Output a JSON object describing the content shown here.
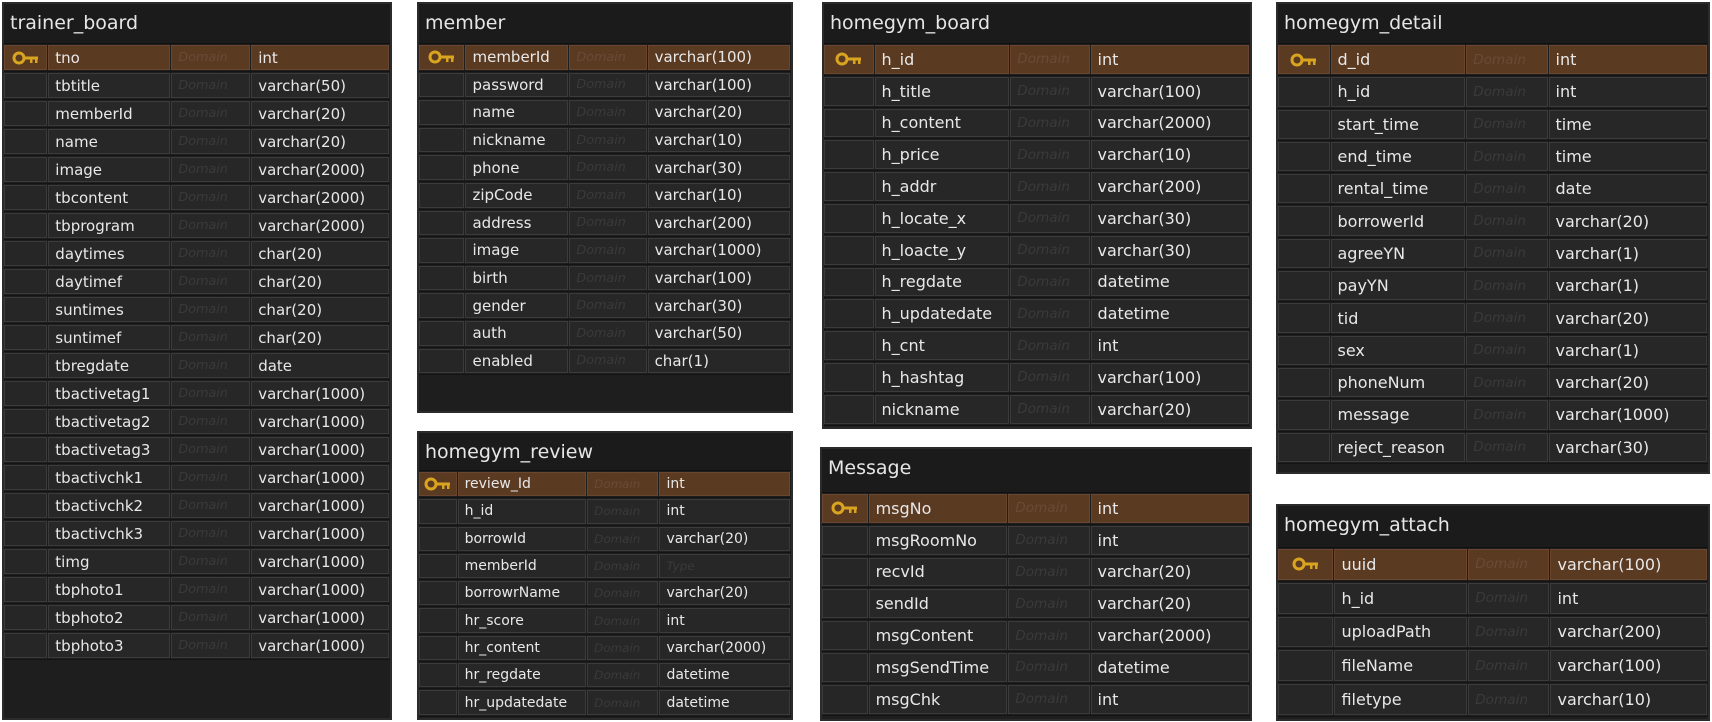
{
  "diagram": {
    "domain_placeholder": "Domain",
    "colors": {
      "background": "#1e1e1e",
      "row": "#272727",
      "primary_key_row": "#5b3a22",
      "key_icon": "#d9a41f",
      "text": "#e8e8e8"
    },
    "tables": [
      {
        "id": "trainer_board",
        "title": "trainer_board",
        "columns": [
          {
            "name": "tno",
            "domain": "Domain",
            "type": "int",
            "pk": true
          },
          {
            "name": "tbtitle",
            "domain": "Domain",
            "type": "varchar(50)"
          },
          {
            "name": "memberId",
            "domain": "Domain",
            "type": "varchar(20)"
          },
          {
            "name": "name",
            "domain": "Domain",
            "type": "varchar(20)"
          },
          {
            "name": "image",
            "domain": "Domain",
            "type": "varchar(2000)"
          },
          {
            "name": "tbcontent",
            "domain": "Domain",
            "type": "varchar(2000)"
          },
          {
            "name": "tbprogram",
            "domain": "Domain",
            "type": "varchar(2000)"
          },
          {
            "name": "daytimes",
            "domain": "Domain",
            "type": "char(20)"
          },
          {
            "name": "daytimef",
            "domain": "Domain",
            "type": "char(20)"
          },
          {
            "name": "suntimes",
            "domain": "Domain",
            "type": "char(20)"
          },
          {
            "name": "suntimef",
            "domain": "Domain",
            "type": "char(20)"
          },
          {
            "name": "tbregdate",
            "domain": "Domain",
            "type": "date"
          },
          {
            "name": "tbactivetag1",
            "domain": "Domain",
            "type": "varchar(1000)"
          },
          {
            "name": "tbactivetag2",
            "domain": "Domain",
            "type": "varchar(1000)"
          },
          {
            "name": "tbactivetag3",
            "domain": "Domain",
            "type": "varchar(1000)"
          },
          {
            "name": "tbactivchk1",
            "domain": "Domain",
            "type": "varchar(1000)"
          },
          {
            "name": "tbactivchk2",
            "domain": "Domain",
            "type": "varchar(1000)"
          },
          {
            "name": "tbactivchk3",
            "domain": "Domain",
            "type": "varchar(1000)"
          },
          {
            "name": "timg",
            "domain": "Domain",
            "type": "varchar(1000)"
          },
          {
            "name": "tbphoto1",
            "domain": "Domain",
            "type": "varchar(1000)"
          },
          {
            "name": "tbphoto2",
            "domain": "Domain",
            "type": "varchar(1000)"
          },
          {
            "name": "tbphoto3",
            "domain": "Domain",
            "type": "varchar(1000)"
          }
        ]
      },
      {
        "id": "member",
        "title": "member",
        "columns": [
          {
            "name": "memberId",
            "domain": "Domain",
            "type": "varchar(100)",
            "pk": true
          },
          {
            "name": "password",
            "domain": "Domain",
            "type": "varchar(100)"
          },
          {
            "name": "name",
            "domain": "Domain",
            "type": "varchar(20)"
          },
          {
            "name": "nickname",
            "domain": "Domain",
            "type": "varchar(10)"
          },
          {
            "name": "phone",
            "domain": "Domain",
            "type": "varchar(30)"
          },
          {
            "name": "zipCode",
            "domain": "Domain",
            "type": "varchar(10)"
          },
          {
            "name": "address",
            "domain": "Domain",
            "type": "varchar(200)"
          },
          {
            "name": "image",
            "domain": "Domain",
            "type": "varchar(1000)"
          },
          {
            "name": "birth",
            "domain": "Domain",
            "type": "varchar(100)"
          },
          {
            "name": "gender",
            "domain": "Domain",
            "type": "varchar(30)"
          },
          {
            "name": "auth",
            "domain": "Domain",
            "type": "varchar(50)"
          },
          {
            "name": "enabled",
            "domain": "Domain",
            "type": "char(1)"
          }
        ]
      },
      {
        "id": "homegym_review",
        "title": "homegym_review",
        "columns": [
          {
            "name": "review_Id",
            "domain": "Domain",
            "type": "int",
            "pk": true
          },
          {
            "name": "h_id",
            "domain": "Domain",
            "type": "int"
          },
          {
            "name": "borrowId",
            "domain": "Domain",
            "type": "varchar(20)"
          },
          {
            "name": "memberId",
            "domain": "Domain",
            "type": "Type"
          },
          {
            "name": "borrowrName",
            "domain": "Domain",
            "type": "varchar(20)"
          },
          {
            "name": "hr_score",
            "domain": "Domain",
            "type": "int"
          },
          {
            "name": "hr_content",
            "domain": "Domain",
            "type": "varchar(2000)"
          },
          {
            "name": "hr_regdate",
            "domain": "Domain",
            "type": "datetime"
          },
          {
            "name": "hr_updatedate",
            "domain": "Domain",
            "type": "datetime"
          }
        ]
      },
      {
        "id": "homegym_board",
        "title": "homegym_board",
        "columns": [
          {
            "name": "h_id",
            "domain": "Domain",
            "type": "int",
            "pk": true
          },
          {
            "name": "h_title",
            "domain": "Domain",
            "type": "varchar(100)"
          },
          {
            "name": "h_content",
            "domain": "Domain",
            "type": "varchar(2000)"
          },
          {
            "name": "h_price",
            "domain": "Domain",
            "type": "varchar(10)"
          },
          {
            "name": "h_addr",
            "domain": "Domain",
            "type": "varchar(200)"
          },
          {
            "name": "h_locate_x",
            "domain": "Domain",
            "type": "varchar(30)"
          },
          {
            "name": "h_loacte_y",
            "domain": "Domain",
            "type": "varchar(30)"
          },
          {
            "name": "h_regdate",
            "domain": "Domain",
            "type": "datetime"
          },
          {
            "name": "h_updatedate",
            "domain": "Domain",
            "type": "datetime"
          },
          {
            "name": "h_cnt",
            "domain": "Domain",
            "type": "int"
          },
          {
            "name": "h_hashtag",
            "domain": "Domain",
            "type": "varchar(100)"
          },
          {
            "name": "nickname",
            "domain": "Domain",
            "type": "varchar(20)"
          }
        ]
      },
      {
        "id": "Message",
        "title": "Message",
        "columns": [
          {
            "name": "msgNo",
            "domain": "Domain",
            "type": "int",
            "pk": true
          },
          {
            "name": "msgRoomNo",
            "domain": "Domain",
            "type": "int"
          },
          {
            "name": "recvId",
            "domain": "Domain",
            "type": "varchar(20)"
          },
          {
            "name": "sendId",
            "domain": "Domain",
            "type": "varchar(20)"
          },
          {
            "name": "msgContent",
            "domain": "Domain",
            "type": "varchar(2000)"
          },
          {
            "name": "msgSendTime",
            "domain": "Domain",
            "type": "datetime"
          },
          {
            "name": "msgChk",
            "domain": "Domain",
            "type": "int"
          }
        ]
      },
      {
        "id": "homegym_detail",
        "title": "homegym_detail",
        "columns": [
          {
            "name": "d_id",
            "domain": "Domain",
            "type": "int",
            "pk": true
          },
          {
            "name": "h_id",
            "domain": "Domain",
            "type": "int"
          },
          {
            "name": "start_time",
            "domain": "Domain",
            "type": "time"
          },
          {
            "name": "end_time",
            "domain": "Domain",
            "type": "time"
          },
          {
            "name": "rental_time",
            "domain": "Domain",
            "type": "date"
          },
          {
            "name": "borrowerId",
            "domain": "Domain",
            "type": "varchar(20)"
          },
          {
            "name": "agreeYN",
            "domain": "Domain",
            "type": "varchar(1)"
          },
          {
            "name": "payYN",
            "domain": "Domain",
            "type": "varchar(1)"
          },
          {
            "name": "tid",
            "domain": "Domain",
            "type": "varchar(20)"
          },
          {
            "name": "sex",
            "domain": "Domain",
            "type": "varchar(1)"
          },
          {
            "name": "phoneNum",
            "domain": "Domain",
            "type": "varchar(20)"
          },
          {
            "name": "message",
            "domain": "Domain",
            "type": "varchar(1000)"
          },
          {
            "name": "reject_reason",
            "domain": "Domain",
            "type": "varchar(30)"
          }
        ]
      },
      {
        "id": "homegym_attach",
        "title": "homegym_attach",
        "columns": [
          {
            "name": "uuid",
            "domain": "Domain",
            "type": "varchar(100)",
            "pk": true
          },
          {
            "name": "h_id",
            "domain": "Domain",
            "type": "int"
          },
          {
            "name": "uploadPath",
            "domain": "Domain",
            "type": "varchar(200)"
          },
          {
            "name": "fileName",
            "domain": "Domain",
            "type": "varchar(100)"
          },
          {
            "name": "filetype",
            "domain": "Domain",
            "type": "varchar(10)"
          }
        ]
      }
    ]
  }
}
